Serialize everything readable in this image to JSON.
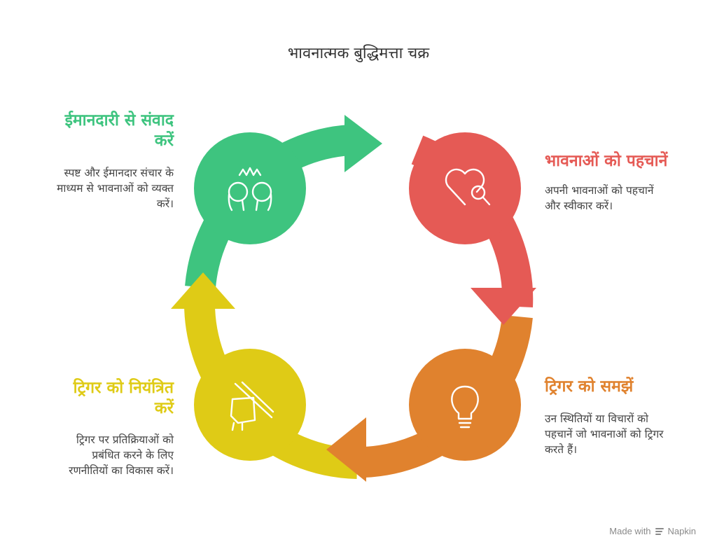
{
  "title": "भावनात्मक बुद्धिमत्ता चक्र",
  "colors": {
    "green": "#3ec47f",
    "red": "#e55a55",
    "orange": "#e0822e",
    "yellow": "#dfcb16"
  },
  "steps": [
    {
      "id": "communicate",
      "heading_line1": "ईमानदारी से संवाद",
      "heading_line2": "करें",
      "desc_line1": "स्पष्ट और ईमानदार संचार के",
      "desc_line2": "माध्यम से भावनाओं को व्यक्त",
      "desc_line3": "करें।",
      "icon": "two-heads-icon"
    },
    {
      "id": "recognize",
      "heading_line1": "भावनाओं को पहचानें",
      "desc_line1": "अपनी भावनाओं को पहचानें",
      "desc_line2": "और स्वीकार करें।",
      "icon": "heart-magnifier-icon"
    },
    {
      "id": "understand",
      "heading_line1": "ट्रिगर को समझें",
      "desc_line1": "उन स्थितियों या विचारों को",
      "desc_line2": "पहचानें जो भावनाओं को ट्रिगर",
      "desc_line3": "करते हैं।",
      "icon": "lightbulb-icon"
    },
    {
      "id": "control",
      "heading_line1": "ट्रिगर को नियंत्रित",
      "heading_line2": "करें",
      "desc_line1": "ट्रिगर पर प्रतिक्रियाओं को",
      "desc_line2": "प्रबंधित करने के लिए",
      "desc_line3": "रणनीतियों का विकास करें।",
      "icon": "hand-grip-icon"
    }
  ],
  "footer": {
    "made_with": "Made with",
    "brand": "Napkin"
  }
}
